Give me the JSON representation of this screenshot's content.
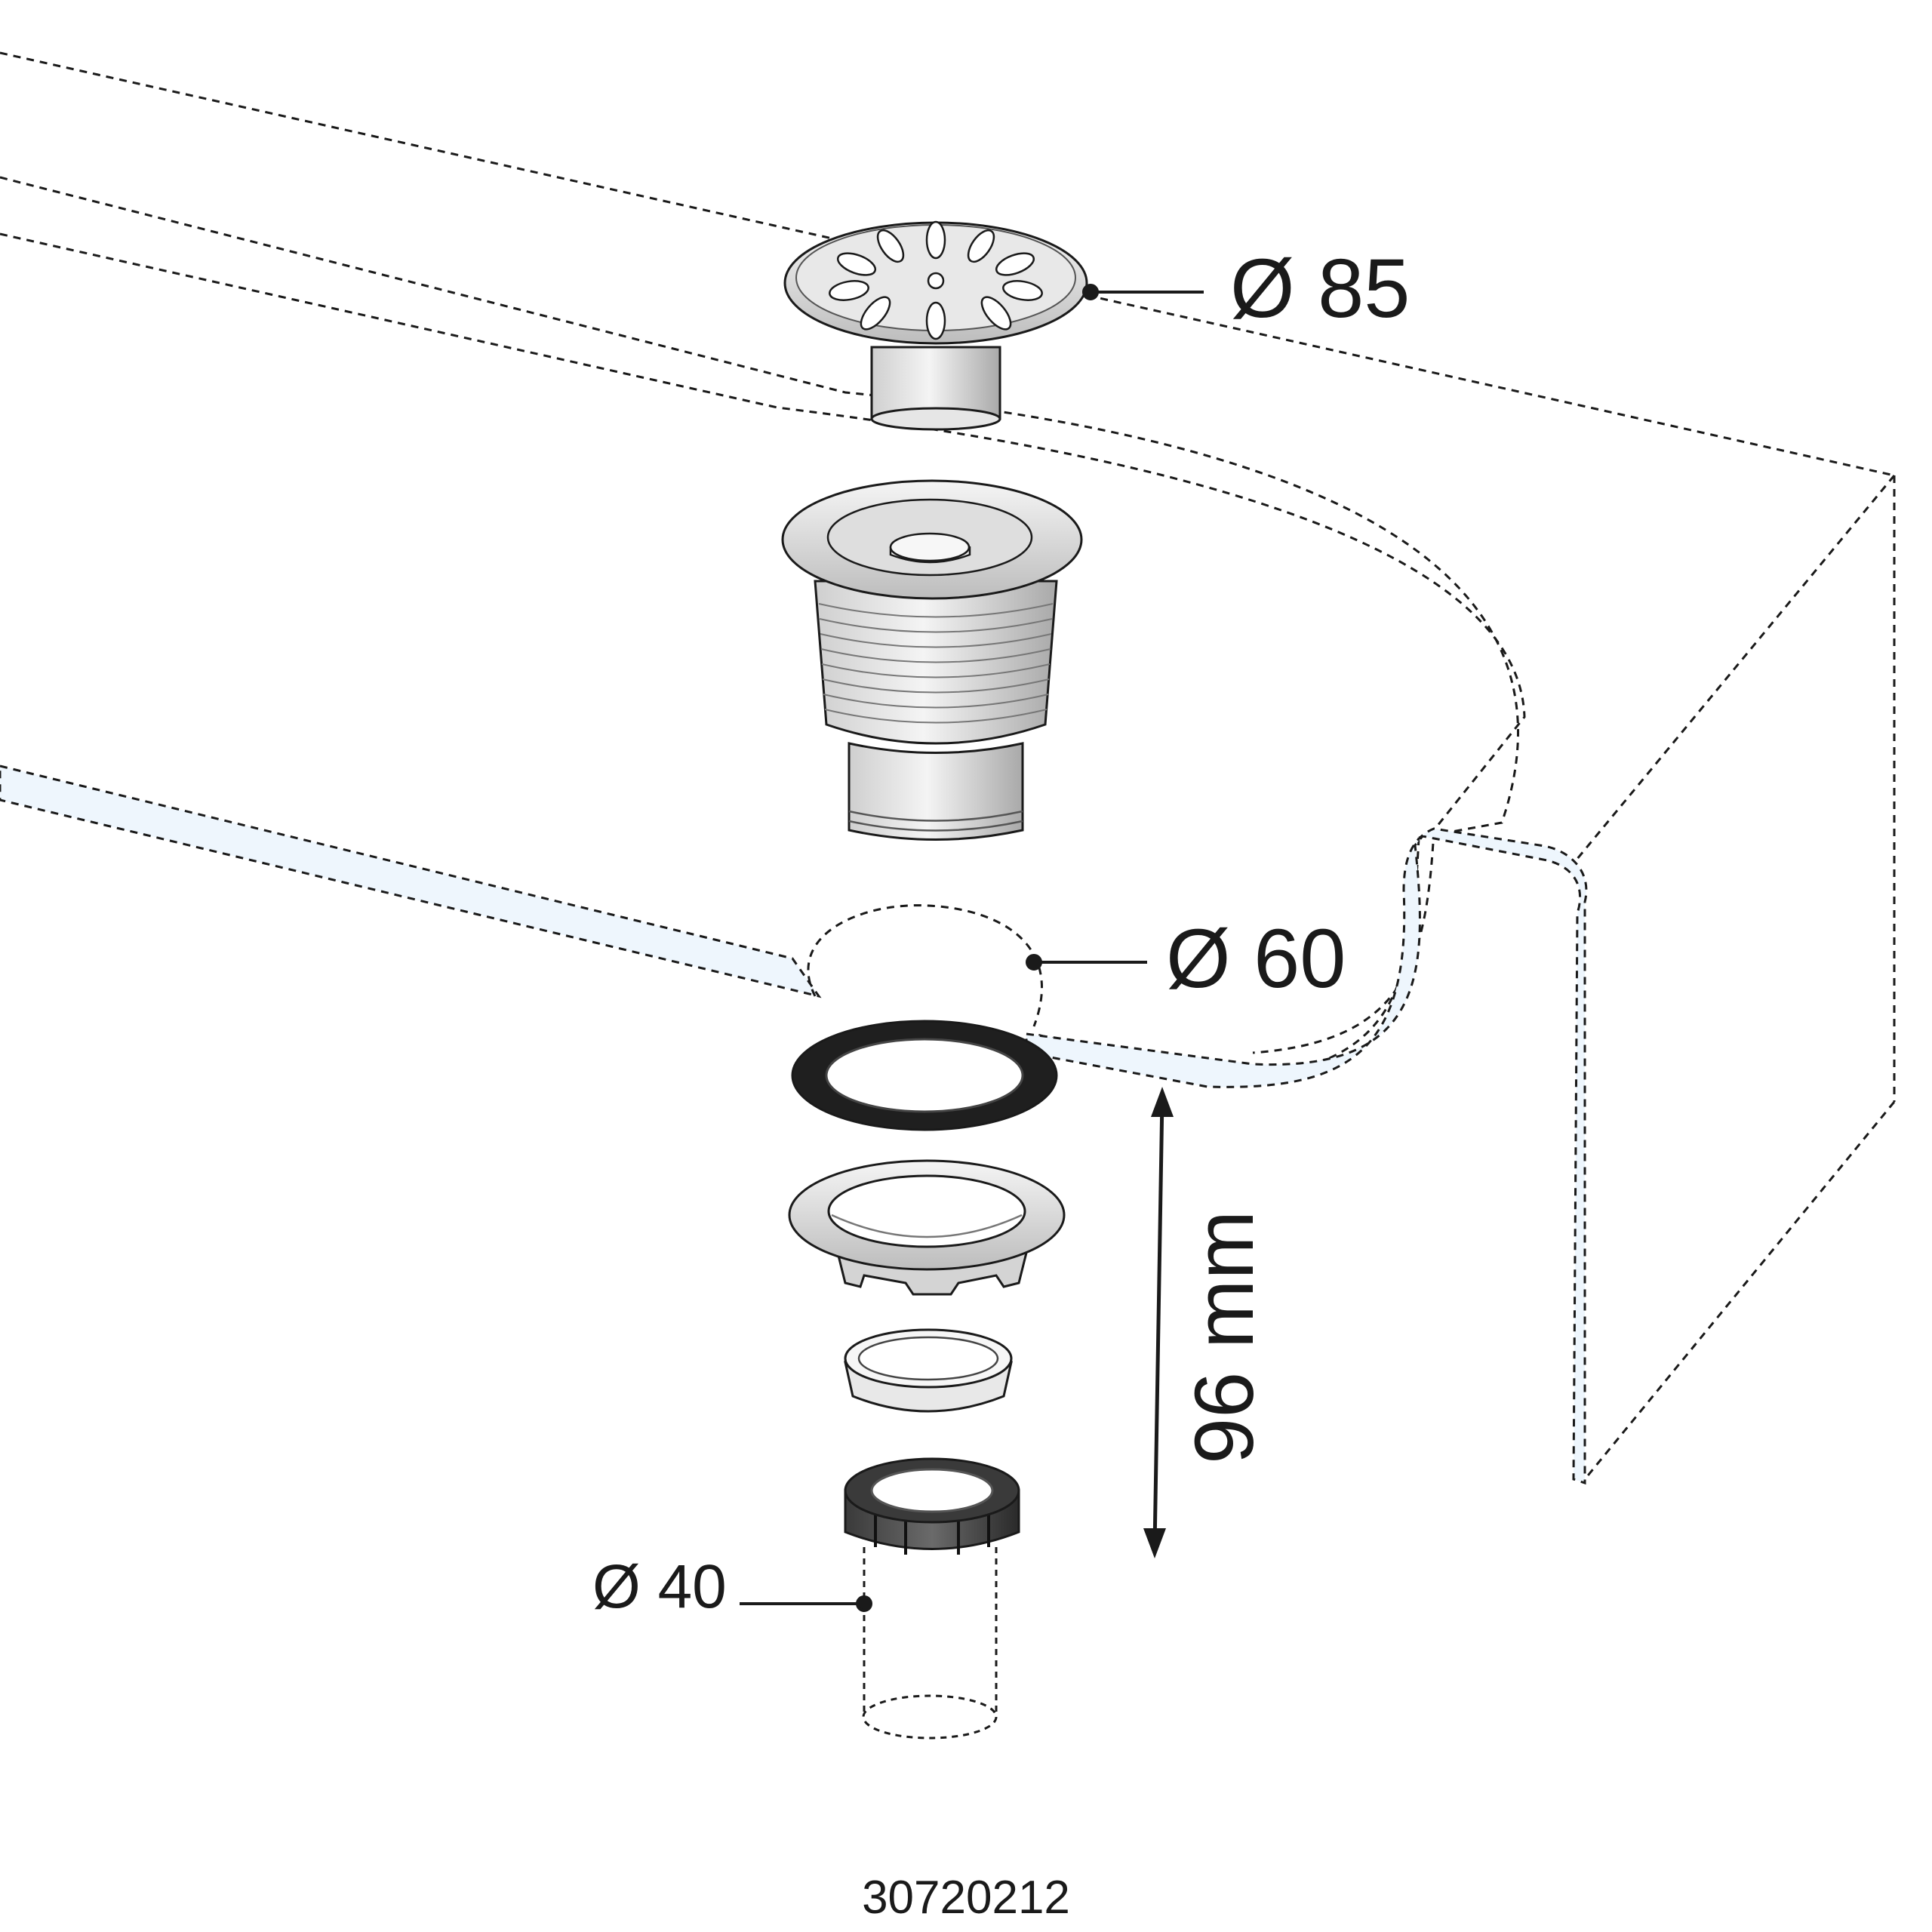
{
  "dimensions": {
    "strainer_diameter": "Ø 85",
    "seal_diameter": "Ø 60",
    "outlet_diameter": "Ø 40",
    "height": "96 mm"
  },
  "product_code": "30720212",
  "colors": {
    "line": "#1a1a1a",
    "metal": "#d9d9d9",
    "metal_dark": "#9a9a9a",
    "gasket": "#1f1f1f",
    "nut": "#2e2e2e",
    "panel_edge": "#eef6fd"
  }
}
